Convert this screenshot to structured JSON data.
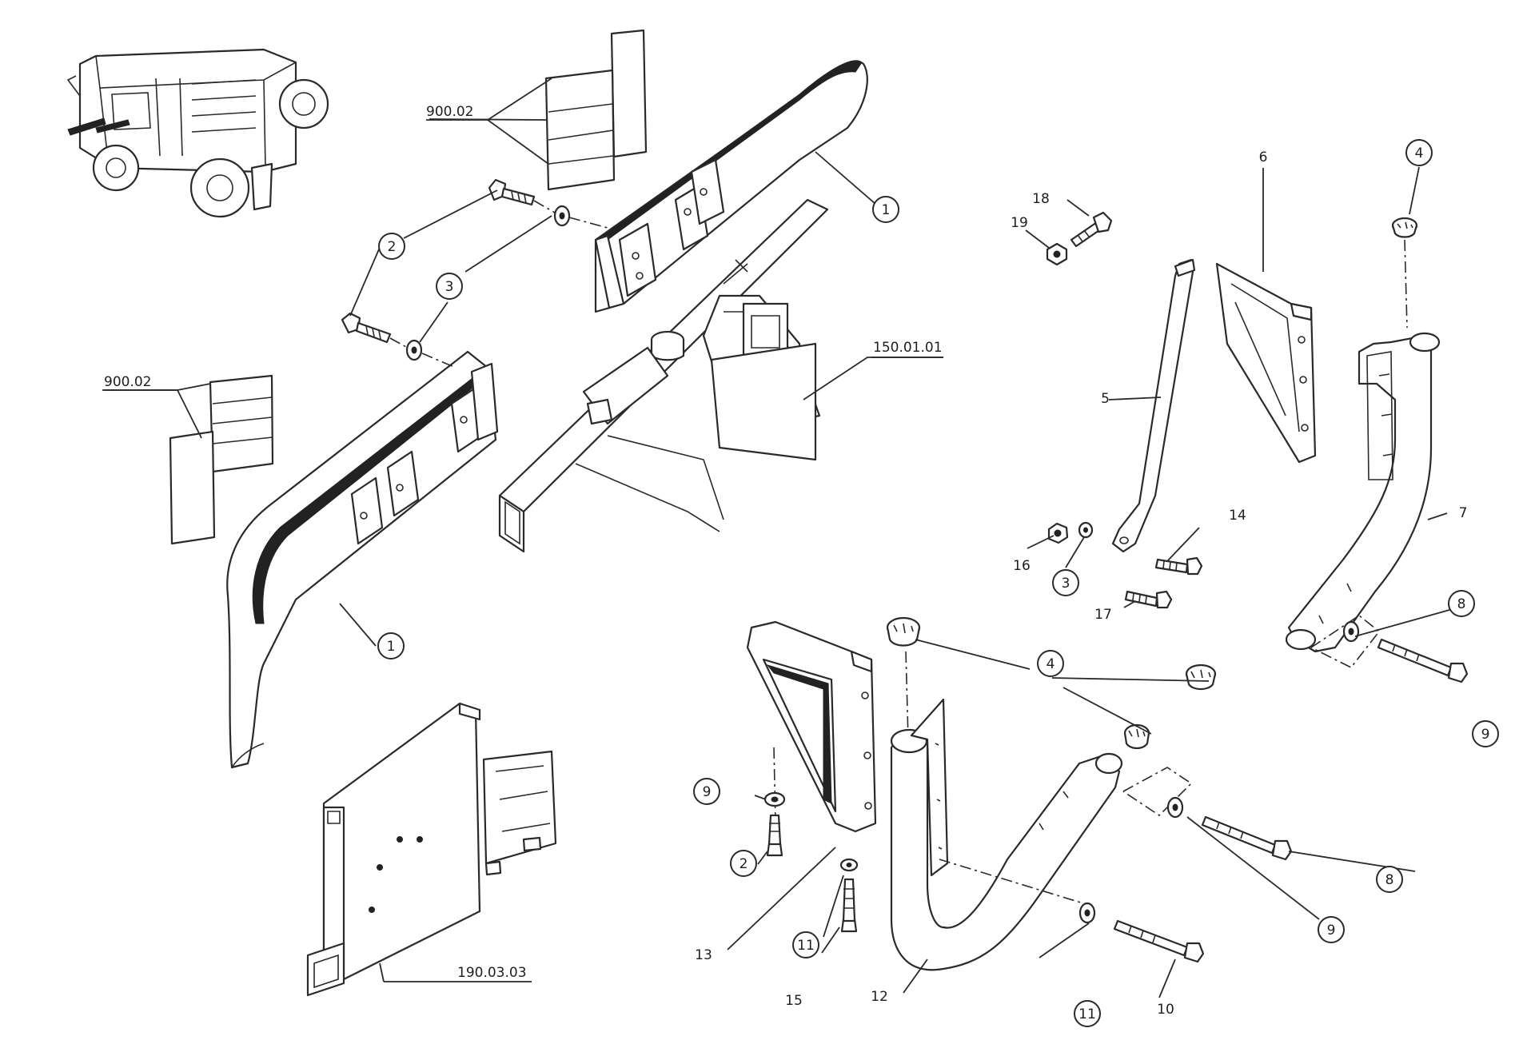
{
  "callouts": [
    {
      "id": "c1a",
      "label": "1",
      "circled": true
    },
    {
      "id": "c1b",
      "label": "1",
      "circled": true
    },
    {
      "id": "c2a",
      "label": "2",
      "circled": true
    },
    {
      "id": "c2b",
      "label": "2",
      "circled": true
    },
    {
      "id": "c3a",
      "label": "3",
      "circled": true
    },
    {
      "id": "c3b",
      "label": "3",
      "circled": true
    },
    {
      "id": "c4a",
      "label": "4",
      "circled": true
    },
    {
      "id": "c4b",
      "label": "4",
      "circled": true
    },
    {
      "id": "c5",
      "label": "5",
      "circled": false
    },
    {
      "id": "c6",
      "label": "6",
      "circled": false
    },
    {
      "id": "c7",
      "label": "7",
      "circled": false
    },
    {
      "id": "c8a",
      "label": "8",
      "circled": true
    },
    {
      "id": "c8b",
      "label": "8",
      "circled": true
    },
    {
      "id": "c9a",
      "label": "9",
      "circled": true
    },
    {
      "id": "c9b",
      "label": "9",
      "circled": true
    },
    {
      "id": "c9c",
      "label": "9",
      "circled": true
    },
    {
      "id": "c10",
      "label": "10",
      "circled": false
    },
    {
      "id": "c11a",
      "label": "11",
      "circled": true
    },
    {
      "id": "c11b",
      "label": "11",
      "circled": true
    },
    {
      "id": "c12",
      "label": "12",
      "circled": false
    },
    {
      "id": "c13",
      "label": "13",
      "circled": false
    },
    {
      "id": "c14",
      "label": "14",
      "circled": false
    },
    {
      "id": "c15",
      "label": "15",
      "circled": false
    },
    {
      "id": "c16",
      "label": "16",
      "circled": false
    },
    {
      "id": "c17",
      "label": "17",
      "circled": false
    },
    {
      "id": "c18",
      "label": "18",
      "circled": false
    },
    {
      "id": "c19",
      "label": "19",
      "circled": false
    }
  ],
  "references": {
    "r900a": "900.02",
    "r900b": "900.02",
    "r150": "150.01.01",
    "r190": "190.03.03"
  }
}
